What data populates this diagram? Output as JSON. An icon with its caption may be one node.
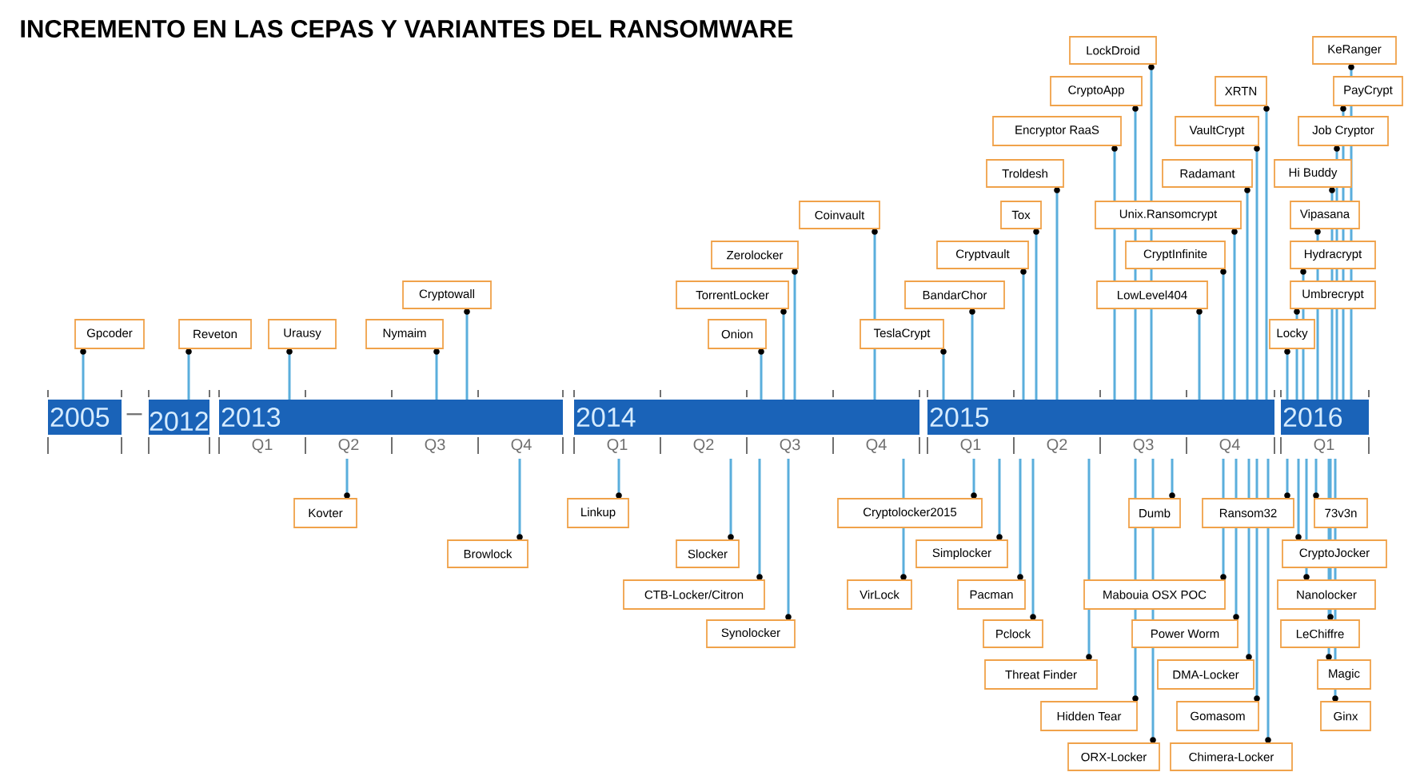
{
  "diagram": {
    "title": "INCREMENTO EN LAS CEPAS Y VARIANTES DEL RANSOMWARE",
    "nodes": [
      {
        "text": [
          "2005"
        ]
      },
      {
        "text": [
          "2012"
        ]
      },
      {
        "text": [
          "2013"
        ],
        "beside": [
          "Q1",
          "Q2",
          "Q3",
          "Q4"
        ]
      },
      {
        "text": [
          "2014"
        ],
        "beside": [
          "Q1",
          "Q2",
          "Q3",
          "Q4"
        ]
      },
      {
        "text": [
          "2015"
        ],
        "beside": [
          "Q1",
          "Q2",
          "Q3",
          "Q4"
        ]
      },
      {
        "text": [
          "2016"
        ],
        "beside": [
          "Q1"
        ]
      },
      {
        "text": [
          "LockDroid"
        ]
      },
      {
        "text": [
          "KeRanger"
        ]
      },
      {
        "text": [
          "CryptoApp"
        ]
      },
      {
        "text": [
          "XRTN"
        ]
      },
      {
        "text": [
          "PayCrypt"
        ]
      },
      {
        "text": [
          "Encryptor RaaS"
        ]
      },
      {
        "text": [
          "VaultCrypt"
        ]
      },
      {
        "text": [
          "Job Cryptor"
        ]
      },
      {
        "text": [
          "Troldesh"
        ]
      },
      {
        "text": [
          "Radamant"
        ]
      },
      {
        "text": [
          "Hi Buddy"
        ]
      },
      {
        "text": [
          "Coinvault"
        ]
      },
      {
        "text": [
          "Tox"
        ]
      },
      {
        "text": [
          "Unix.Ransomcrypt"
        ]
      },
      {
        "text": [
          "Vipasana"
        ]
      },
      {
        "text": [
          "Zerolocker"
        ]
      },
      {
        "text": [
          "Cryptvault"
        ]
      },
      {
        "text": [
          "CryptInfinite"
        ]
      },
      {
        "text": [
          "Hydracrypt"
        ]
      },
      {
        "text": [
          "Cryptowall"
        ]
      },
      {
        "text": [
          "TorrentLocker"
        ]
      },
      {
        "text": [
          "BandarChor"
        ]
      },
      {
        "text": [
          "LowLevel404"
        ]
      },
      {
        "text": [
          "Umbrecrypt"
        ]
      },
      {
        "text": [
          "Gpcoder"
        ]
      },
      {
        "text": [
          "Reveton"
        ]
      },
      {
        "text": [
          "Urausy"
        ]
      },
      {
        "text": [
          "Nymaim"
        ]
      },
      {
        "text": [
          "Onion"
        ]
      },
      {
        "text": [
          "TeslaCrypt"
        ]
      },
      {
        "text": [
          "Locky"
        ]
      },
      {
        "text": [
          "Kovter"
        ]
      },
      {
        "text": [
          "Linkup"
        ]
      },
      {
        "text": [
          "Cryptolocker2015"
        ]
      },
      {
        "text": [
          "Dumb"
        ]
      },
      {
        "text": [
          "Ransom32"
        ]
      },
      {
        "text": [
          "73v3n"
        ]
      },
      {
        "text": [
          "Browlock"
        ]
      },
      {
        "text": [
          "Slocker"
        ]
      },
      {
        "text": [
          "Simplocker"
        ]
      },
      {
        "text": [
          "CryptoJocker"
        ]
      },
      {
        "text": [
          "CTB-Locker/Citron"
        ]
      },
      {
        "text": [
          "VirLock"
        ]
      },
      {
        "text": [
          "Pacman"
        ]
      },
      {
        "text": [
          "Mabouia OSX POC"
        ]
      },
      {
        "text": [
          "Nanolocker"
        ]
      },
      {
        "text": [
          "Synolocker"
        ]
      },
      {
        "text": [
          "Pclock"
        ]
      },
      {
        "text": [
          "Power Worm"
        ]
      },
      {
        "text": [
          "LeChiffre"
        ]
      },
      {
        "text": [
          "Threat Finder"
        ]
      },
      {
        "text": [
          "DMA-Locker"
        ]
      },
      {
        "text": [
          "Magic"
        ]
      },
      {
        "text": [
          "Hidden Tear"
        ]
      },
      {
        "text": [
          "Gomasom"
        ]
      },
      {
        "text": [
          "Ginx"
        ]
      },
      {
        "text": [
          "ORX-Locker"
        ]
      },
      {
        "text": [
          "Chimera-Locker"
        ]
      }
    ],
    "edges": [
      {
        "from": 6,
        "to": 4,
        "arrow": "none"
      },
      {
        "from": 7,
        "to": 5,
        "arrow": "none"
      },
      {
        "from": 8,
        "to": 4,
        "arrow": "none"
      },
      {
        "from": 9,
        "to": 4,
        "arrow": "none"
      },
      {
        "from": 10,
        "to": 5,
        "arrow": "none"
      },
      {
        "from": 11,
        "to": 4,
        "arrow": "none"
      },
      {
        "from": 12,
        "to": 4,
        "arrow": "none"
      },
      {
        "from": 13,
        "to": 5,
        "arrow": "none"
      },
      {
        "from": 14,
        "to": 4,
        "arrow": "none"
      },
      {
        "from": 15,
        "to": 4,
        "arrow": "none"
      },
      {
        "from": 16,
        "to": 5,
        "arrow": "none"
      },
      {
        "from": 17,
        "to": 3,
        "arrow": "none"
      },
      {
        "from": 18,
        "to": 4,
        "arrow": "none"
      },
      {
        "from": 19,
        "to": 4,
        "arrow": "none"
      },
      {
        "from": 20,
        "to": 5,
        "arrow": "none"
      },
      {
        "from": 21,
        "to": 3,
        "arrow": "none"
      },
      {
        "from": 22,
        "to": 4,
        "arrow": "none"
      },
      {
        "from": 23,
        "to": 4,
        "arrow": "none"
      },
      {
        "from": 24,
        "to": 5,
        "arrow": "none"
      },
      {
        "from": 25,
        "to": 2,
        "arrow": "none"
      },
      {
        "from": 26,
        "to": 3,
        "arrow": "none"
      },
      {
        "from": 27,
        "to": 4,
        "arrow": "none"
      },
      {
        "from": 28,
        "to": 4,
        "arrow": "none"
      },
      {
        "from": 29,
        "to": 5,
        "arrow": "none"
      },
      {
        "from": 30,
        "to": 0,
        "arrow": "none"
      },
      {
        "from": 31,
        "to": 1,
        "arrow": "none"
      },
      {
        "from": 32,
        "to": 2,
        "arrow": "none"
      },
      {
        "from": 33,
        "to": 2,
        "arrow": "none"
      },
      {
        "from": 34,
        "to": 3,
        "arrow": "none"
      },
      {
        "from": 35,
        "to": 4,
        "arrow": "none"
      },
      {
        "from": 36,
        "to": 5,
        "arrow": "none"
      },
      {
        "from": 37,
        "to": 2,
        "arrow": "none"
      },
      {
        "from": 38,
        "to": 3,
        "arrow": "none"
      },
      {
        "from": 39,
        "to": 4,
        "arrow": "none"
      },
      {
        "from": 40,
        "to": 4,
        "arrow": "none"
      },
      {
        "from": 41,
        "to": 5,
        "arrow": "none"
      },
      {
        "from": 42,
        "to": 5,
        "arrow": "none"
      },
      {
        "from": 43,
        "to": 2,
        "arrow": "none"
      },
      {
        "from": 44,
        "to": 3,
        "arrow": "none"
      },
      {
        "from": 45,
        "to": 4,
        "arrow": "none"
      },
      {
        "from": 46,
        "to": 5,
        "arrow": "none"
      },
      {
        "from": 47,
        "to": 3,
        "arrow": "none"
      },
      {
        "from": 48,
        "to": 3,
        "arrow": "none"
      },
      {
        "from": 49,
        "to": 4,
        "arrow": "none"
      },
      {
        "from": 50,
        "to": 4,
        "arrow": "none"
      },
      {
        "from": 51,
        "to": 5,
        "arrow": "none"
      },
      {
        "from": 52,
        "to": 3,
        "arrow": "none"
      },
      {
        "from": 53,
        "to": 4,
        "arrow": "none"
      },
      {
        "from": 54,
        "to": 4,
        "arrow": "none"
      },
      {
        "from": 55,
        "to": 5,
        "arrow": "none"
      },
      {
        "from": 56,
        "to": 4,
        "arrow": "none"
      },
      {
        "from": 57,
        "to": 4,
        "arrow": "none"
      },
      {
        "from": 58,
        "to": 5,
        "arrow": "none"
      },
      {
        "from": 59,
        "to": 4,
        "arrow": "none"
      },
      {
        "from": 60,
        "to": 4,
        "arrow": "none"
      },
      {
        "from": 61,
        "to": 5,
        "arrow": "none"
      },
      {
        "from": 62,
        "to": 4,
        "arrow": "none"
      },
      {
        "from": 63,
        "to": 4,
        "arrow": "none"
      }
    ],
    "labels": [
      "–"
    ]
  }
}
